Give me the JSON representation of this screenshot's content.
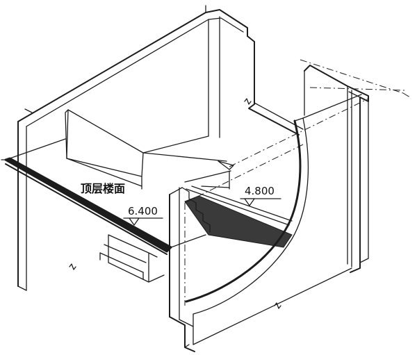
{
  "labels": {
    "floor_name": "顶层楼面",
    "elevation_top": "6.400",
    "elevation_landing": "4.800"
  },
  "colors": {
    "ink": "#1c1c1c",
    "background": "#ffffff",
    "hatch": "#2a2a2a"
  }
}
